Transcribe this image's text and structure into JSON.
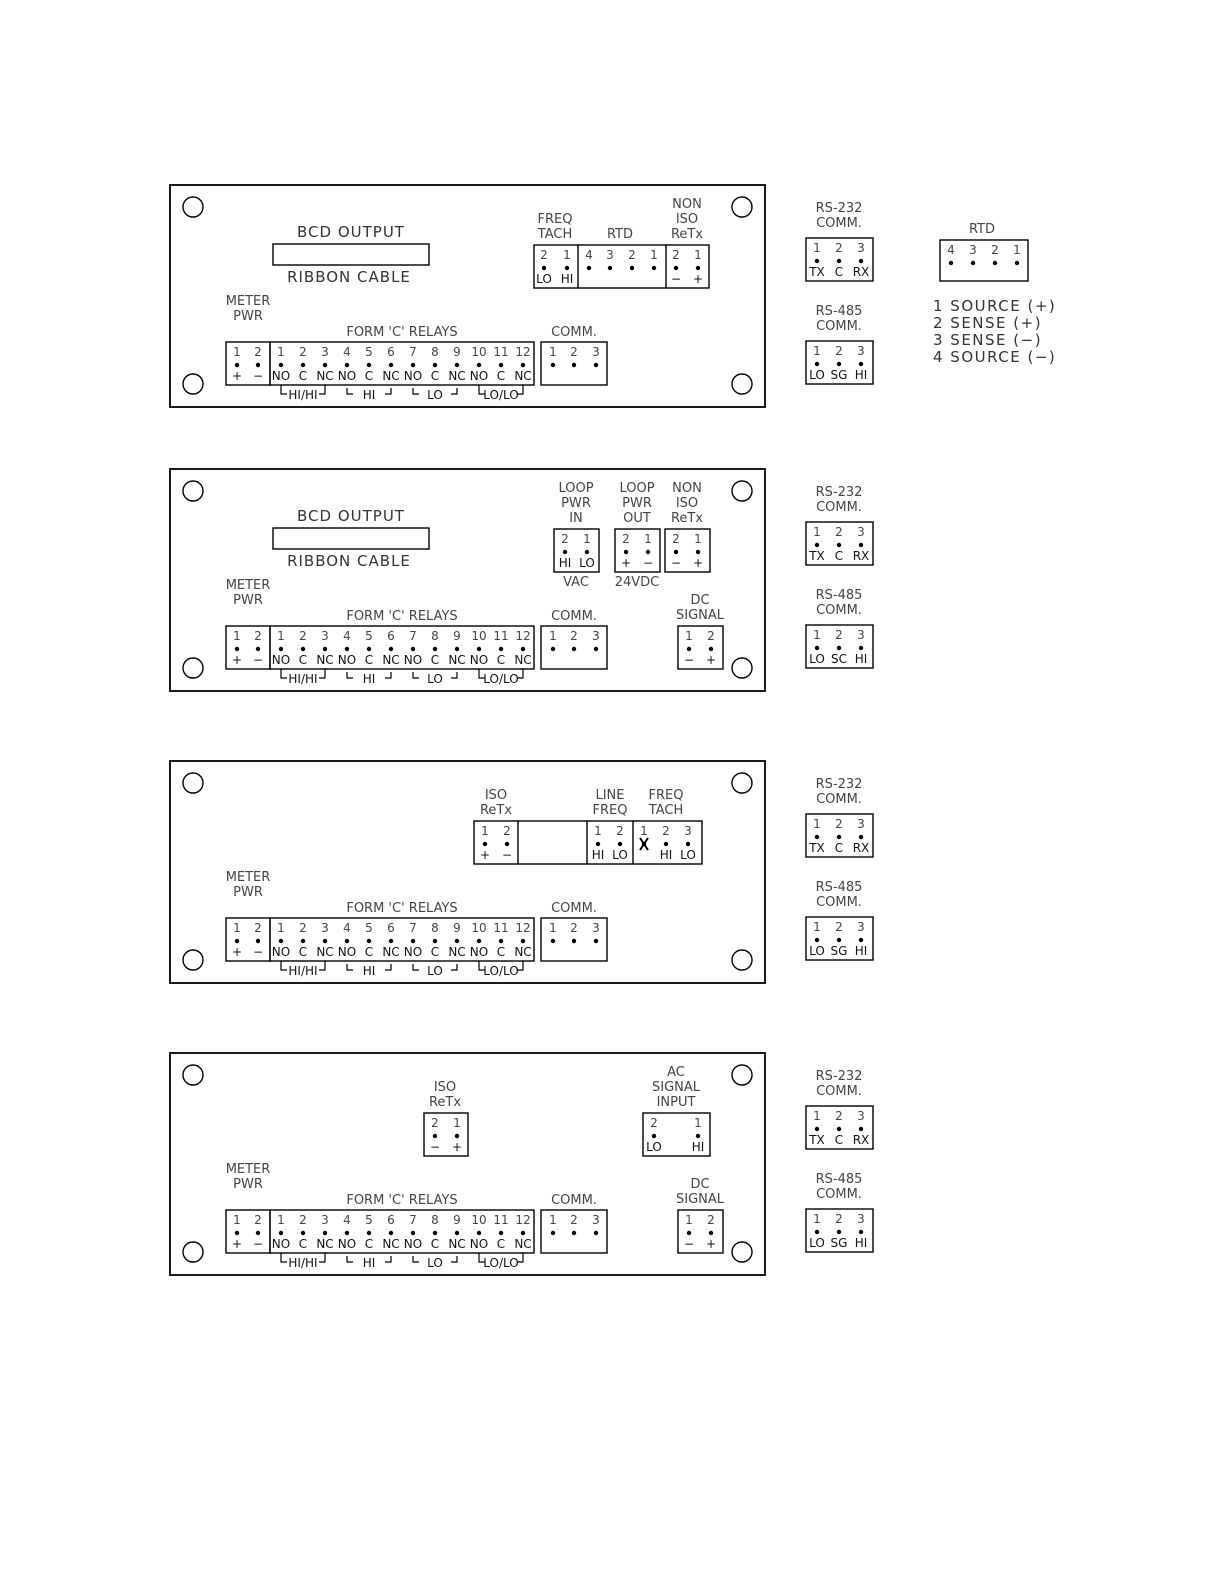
{
  "common": {
    "meter_pwr": [
      "METER",
      "PWR"
    ],
    "form_c_relays": "FORM 'C' RELAYS",
    "comm": "COMM.",
    "meter_nums": [
      "1",
      "2"
    ],
    "meter_signs": [
      "+",
      "−"
    ],
    "relay_nums": [
      "1",
      "2",
      "3",
      "4",
      "5",
      "6",
      "7",
      "8",
      "9",
      "10",
      "11",
      "12"
    ],
    "relay_types": [
      "NO",
      "C",
      "NC",
      "NO",
      "C",
      "NC",
      "NO",
      "C",
      "NC",
      "NO",
      "C",
      "NC"
    ],
    "relay_groups": [
      "HI/HI",
      "HI",
      "LO",
      "LO/LO"
    ],
    "comm_nums": [
      "1",
      "2",
      "3"
    ],
    "bcd_output": "BCD OUTPUT",
    "ribbon_cable": "RIBBON CABLE",
    "non_iso_retx": [
      "NON",
      "ISO",
      "ReTx"
    ],
    "iso_retx": [
      "ISO",
      "ReTx"
    ],
    "dc_signal": [
      "DC",
      "SIGNAL"
    ],
    "rs232": {
      "title": [
        "RS-232",
        "COMM."
      ],
      "nums": [
        "1",
        "2",
        "3"
      ],
      "signals": [
        "TX",
        "C",
        "RX"
      ]
    },
    "rs485": {
      "title": [
        "RS-485",
        "COMM."
      ],
      "nums": [
        "1",
        "2",
        "3"
      ],
      "signals": [
        "LO",
        "SG",
        "HI"
      ]
    }
  },
  "panel1": {
    "freq_tach": {
      "title": [
        "FREQ",
        "TACH"
      ],
      "nums": [
        "2",
        "1"
      ],
      "signals": [
        "LO",
        "HI"
      ]
    },
    "rtd": {
      "title": "RTD",
      "nums": [
        "4",
        "3",
        "2",
        "1"
      ]
    },
    "non_iso": {
      "nums": [
        "2",
        "1"
      ],
      "signals": [
        "−",
        "+"
      ]
    }
  },
  "rtd_legend": {
    "title": "RTD",
    "nums": [
      "4",
      "3",
      "2",
      "1"
    ],
    "items": [
      "1  SOURCE (+)",
      "2  SENSE (+)",
      "3  SENSE (−)",
      "4  SOURCE (−)"
    ]
  },
  "panel2": {
    "loop_pwr_in": {
      "title": [
        "LOOP",
        "PWR",
        "IN"
      ],
      "nums": [
        "2",
        "1"
      ],
      "signals": [
        "HI",
        "LO"
      ],
      "note": "VAC"
    },
    "loop_pwr_out": {
      "title": [
        "LOOP",
        "PWR",
        "OUT"
      ],
      "nums": [
        "2",
        "1"
      ],
      "signals": [
        "+",
        "−"
      ],
      "note": "24VDC"
    },
    "non_iso": {
      "nums": [
        "2",
        "1"
      ],
      "signals": [
        "−",
        "+"
      ]
    },
    "dc_signal": {
      "nums": [
        "1",
        "2"
      ],
      "signals": [
        "−",
        "+"
      ]
    },
    "rs485_signals": [
      "LO",
      "SC",
      "HI"
    ]
  },
  "panel3": {
    "iso_retx": {
      "nums": [
        "1",
        "2"
      ],
      "signals": [
        "+",
        "−"
      ]
    },
    "line_freq": {
      "title": [
        "LINE",
        "FREQ"
      ],
      "nums": [
        "1",
        "2"
      ],
      "signals": [
        "HI",
        "LO"
      ]
    },
    "freq_tach": {
      "title": [
        "FREQ",
        "TACH"
      ],
      "nums": [
        "1",
        "2",
        "3"
      ],
      "signals": [
        "×",
        "HI",
        "LO"
      ]
    }
  },
  "panel4": {
    "iso_retx": {
      "nums": [
        "2",
        "1"
      ],
      "signals": [
        "−",
        "+"
      ]
    },
    "ac_signal": {
      "title": [
        "AC",
        "SIGNAL",
        "INPUT"
      ],
      "nums": [
        "2",
        "1"
      ],
      "signals": [
        "LO",
        "HI"
      ]
    },
    "dc_signal": {
      "nums": [
        "1",
        "2"
      ],
      "signals": [
        "−",
        "+"
      ]
    }
  }
}
